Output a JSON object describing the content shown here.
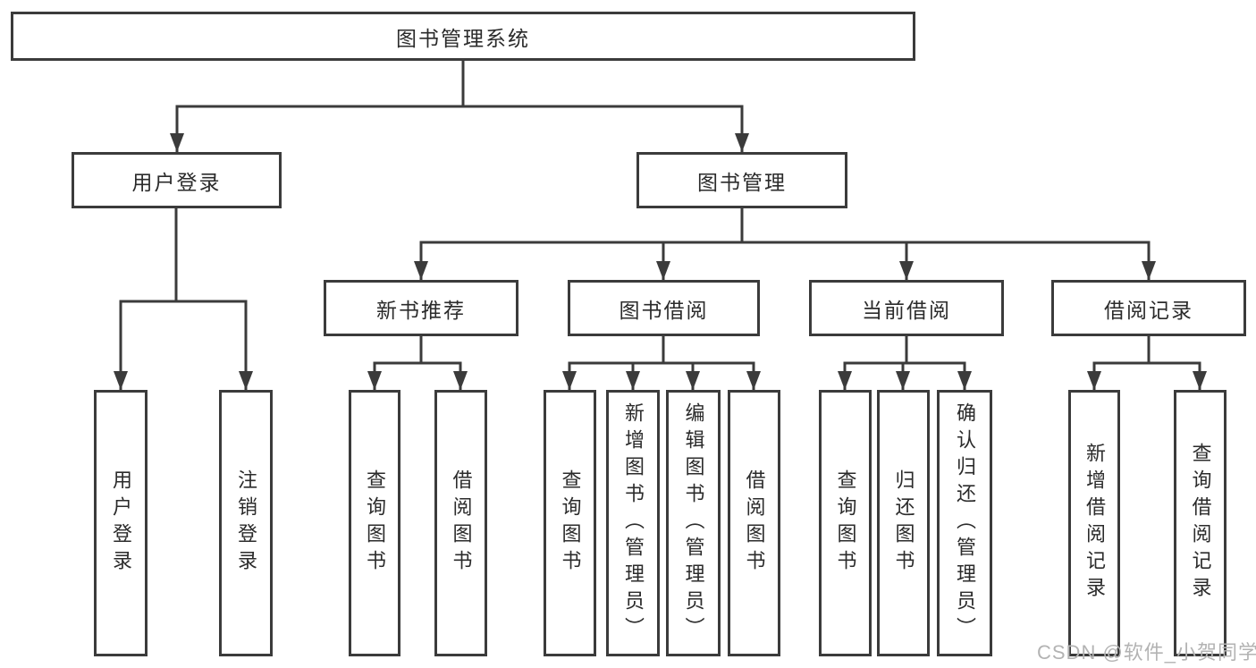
{
  "diagram": {
    "root": {
      "label": "图书管理系统"
    },
    "level2": {
      "user_login": {
        "label": "用户登录"
      },
      "book_management": {
        "label": "图书管理"
      }
    },
    "level3": {
      "new_book_recommend": {
        "label": "新书推荐"
      },
      "book_borrowing": {
        "label": "图书借阅"
      },
      "current_borrowing": {
        "label": "当前借阅"
      },
      "borrowing_records": {
        "label": "借阅记录"
      }
    },
    "leaves": {
      "user_login": {
        "login": "用户登录",
        "logout": "注销登录"
      },
      "new_book_recommend": {
        "query_books": "查询图书",
        "borrow_books": "借阅图书"
      },
      "book_borrowing": {
        "query_books": "查询图书",
        "add_books_admin": "新增图书（管理员）",
        "edit_books_admin": "编辑图书（管理员）",
        "borrow_books": "借阅图书"
      },
      "current_borrowing": {
        "query_books": "查询图书",
        "return_books": "归还图书",
        "confirm_return_admin": "确认归还（管理员）"
      },
      "borrowing_records": {
        "add_borrow_record": "新增借阅记录",
        "query_borrow_record": "查询借阅记录"
      }
    }
  },
  "watermark": {
    "text": "CSDN @软件_小贺同学"
  },
  "colors": {
    "line": "#3b3b3b",
    "text": "#2b2b2b",
    "background": "#ffffff",
    "watermark": "#b3b3b3"
  }
}
